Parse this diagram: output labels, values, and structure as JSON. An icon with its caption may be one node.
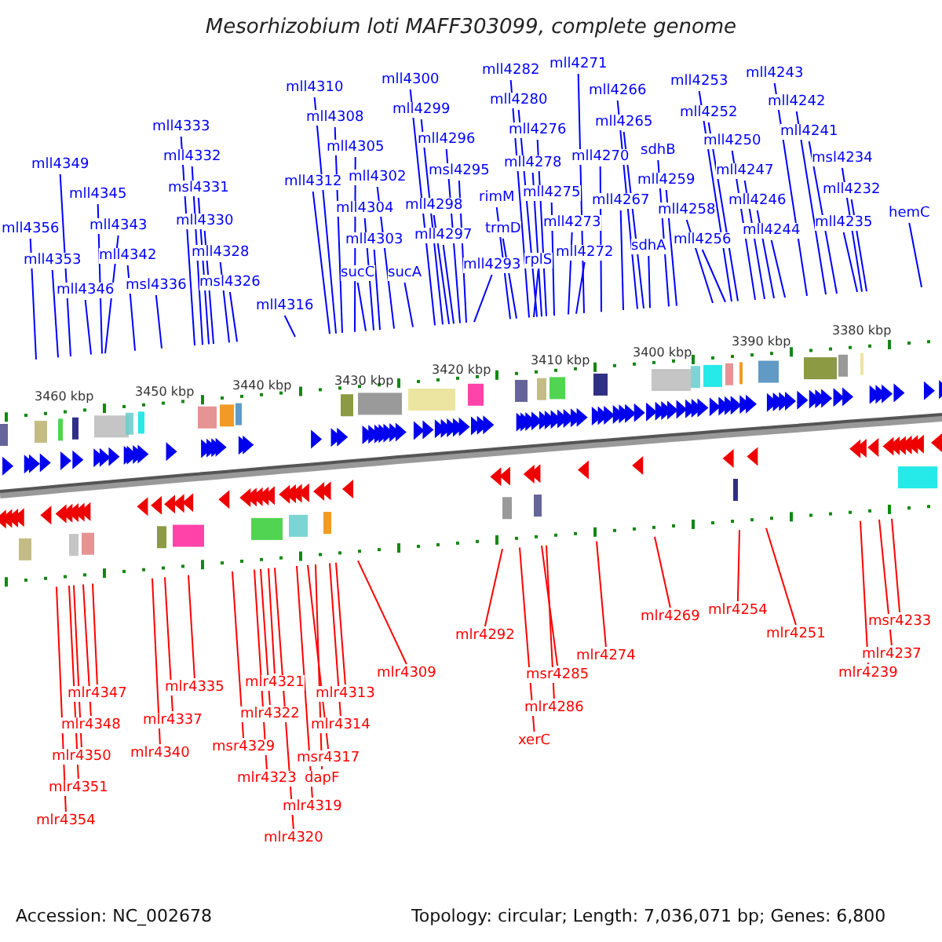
{
  "diagram": {
    "title": "Mesorhizobium loti MAFF303099, complete genome",
    "nodes": [
      {
        "text": [
          "mll4356"
        ]
      },
      {
        "text": [
          "mll4353"
        ]
      },
      {
        "text": [
          "mll4349"
        ]
      },
      {
        "text": [
          "mll4346"
        ]
      },
      {
        "text": [
          "mll4345"
        ]
      },
      {
        "text": [
          "mll4343"
        ]
      },
      {
        "text": [
          "mll4342"
        ]
      },
      {
        "text": [
          "msl4336"
        ]
      },
      {
        "text": [
          "mll4333"
        ]
      },
      {
        "text": [
          "mll4332"
        ]
      },
      {
        "text": [
          "msl4331"
        ]
      },
      {
        "text": [
          "mll4330"
        ]
      },
      {
        "text": [
          "mll4328"
        ]
      },
      {
        "text": [
          "msl4326"
        ]
      },
      {
        "text": [
          "mll4316"
        ]
      },
      {
        "text": [
          "mll4312"
        ]
      },
      {
        "text": [
          "mll4310"
        ]
      },
      {
        "text": [
          "mll4308"
        ]
      },
      {
        "text": [
          "mll4305"
        ]
      },
      {
        "text": [
          "sucC"
        ]
      },
      {
        "text": [
          "mll4304"
        ]
      },
      {
        "text": [
          "mll4303"
        ]
      },
      {
        "text": [
          "mll4302"
        ]
      },
      {
        "text": [
          "sucA"
        ]
      },
      {
        "text": [
          "mll4300"
        ]
      },
      {
        "text": [
          "mll4299"
        ]
      },
      {
        "text": [
          "mll4298"
        ]
      },
      {
        "text": [
          "mll4297"
        ]
      },
      {
        "text": [
          "mll4296"
        ]
      },
      {
        "text": [
          "msl4295"
        ]
      },
      {
        "text": [
          "mll4293"
        ]
      },
      {
        "text": [
          "rimM"
        ]
      },
      {
        "text": [
          "trmD"
        ]
      },
      {
        "text": [
          "rplS"
        ]
      },
      {
        "text": [
          "mll4282"
        ]
      },
      {
        "text": [
          "mll4280"
        ]
      },
      {
        "text": [
          "mll4278"
        ]
      },
      {
        "text": [
          "mll4276"
        ]
      },
      {
        "text": [
          "mll4275"
        ]
      },
      {
        "text": [
          "mll4273"
        ]
      },
      {
        "text": [
          "mll4272"
        ]
      },
      {
        "text": [
          "mll4271"
        ]
      },
      {
        "text": [
          "mll4270"
        ]
      },
      {
        "text": [
          "mll4267"
        ]
      },
      {
        "text": [
          "mll4266"
        ]
      },
      {
        "text": [
          "mll4265"
        ]
      },
      {
        "text": [
          "sdhA"
        ]
      },
      {
        "text": [
          "sdhB"
        ]
      },
      {
        "text": [
          "mll4259"
        ]
      },
      {
        "text": [
          "mll4258"
        ]
      },
      {
        "text": [
          "mll4256"
        ]
      },
      {
        "text": [
          "mll4253"
        ]
      },
      {
        "text": [
          "mll4252"
        ]
      },
      {
        "text": [
          "mll4250"
        ]
      },
      {
        "text": [
          "mll4247"
        ]
      },
      {
        "text": [
          "mll4246"
        ]
      },
      {
        "text": [
          "mll4244"
        ]
      },
      {
        "text": [
          "mll4243"
        ]
      },
      {
        "text": [
          "mll4242"
        ]
      },
      {
        "text": [
          "mll4241"
        ]
      },
      {
        "text": [
          "mll4235"
        ]
      },
      {
        "text": [
          "msl4234"
        ]
      },
      {
        "text": [
          "mll4232"
        ]
      },
      {
        "text": [
          "hemC"
        ]
      },
      {
        "text": [
          "mlr4354"
        ]
      },
      {
        "text": [
          "mlr4351"
        ]
      },
      {
        "text": [
          "mlr4350"
        ]
      },
      {
        "text": [
          "mlr4348"
        ]
      },
      {
        "text": [
          "mlr4347"
        ]
      },
      {
        "text": [
          "mlr4340"
        ]
      },
      {
        "text": [
          "mlr4337"
        ]
      },
      {
        "text": [
          "mlr4335"
        ]
      },
      {
        "text": [
          "msr4329"
        ]
      },
      {
        "text": [
          "mlr4323"
        ]
      },
      {
        "text": [
          "mlr4322"
        ]
      },
      {
        "text": [
          "mlr4321"
        ]
      },
      {
        "text": [
          "mlr4320"
        ]
      },
      {
        "text": [
          "mlr4319"
        ]
      },
      {
        "text": [
          "msr4317"
        ]
      },
      {
        "text": [
          "dapF"
        ]
      },
      {
        "text": [
          "mlr4314"
        ]
      },
      {
        "text": [
          "mlr4313"
        ]
      },
      {
        "text": [
          "mlr4309"
        ]
      },
      {
        "text": [
          "mlr4292"
        ]
      },
      {
        "text": [
          "xerC"
        ]
      },
      {
        "text": [
          "msr4285"
        ]
      },
      {
        "text": [
          "mlr4286"
        ]
      },
      {
        "text": [
          "mlr4274"
        ]
      },
      {
        "text": [
          "mlr4269"
        ]
      },
      {
        "text": [
          "mlr4254"
        ]
      },
      {
        "text": [
          "mlr4251"
        ]
      },
      {
        "text": [
          "mlr4239"
        ]
      },
      {
        "text": [
          "mlr4237"
        ]
      },
      {
        "text": [
          "msr4233"
        ]
      }
    ],
    "edges": [
      {
        "from": 0,
        "to": null,
        "arrow": "none"
      },
      {
        "from": 1,
        "to": null,
        "arrow": "none"
      },
      {
        "from": 2,
        "to": null,
        "arrow": "none"
      },
      {
        "from": 3,
        "to": null,
        "arrow": "none"
      },
      {
        "from": 4,
        "to": null,
        "arrow": "none"
      },
      {
        "from": 5,
        "to": null,
        "arrow": "none"
      },
      {
        "from": 6,
        "to": null,
        "arrow": "none"
      },
      {
        "from": 7,
        "to": null,
        "arrow": "none"
      },
      {
        "from": 8,
        "to": null,
        "arrow": "none"
      },
      {
        "from": 9,
        "to": null,
        "arrow": "none"
      },
      {
        "from": 10,
        "to": null,
        "arrow": "none"
      },
      {
        "from": 11,
        "to": null,
        "arrow": "none"
      },
      {
        "from": 12,
        "to": null,
        "arrow": "none"
      },
      {
        "from": 13,
        "to": null,
        "arrow": "none"
      },
      {
        "from": 14,
        "to": null,
        "arrow": "none"
      },
      {
        "from": 15,
        "to": null,
        "arrow": "none"
      },
      {
        "from": 16,
        "to": null,
        "arrow": "none"
      },
      {
        "from": 17,
        "to": null,
        "arrow": "none"
      },
      {
        "from": 18,
        "to": null,
        "arrow": "none"
      },
      {
        "from": 19,
        "to": null,
        "arrow": "none"
      },
      {
        "from": 20,
        "to": null,
        "arrow": "none"
      },
      {
        "from": 21,
        "to": null,
        "arrow": "none"
      },
      {
        "from": 22,
        "to": null,
        "arrow": "none"
      },
      {
        "from": 23,
        "to": null,
        "arrow": "none"
      },
      {
        "from": 24,
        "to": null,
        "arrow": "none"
      },
      {
        "from": 25,
        "to": null,
        "arrow": "none"
      },
      {
        "from": 26,
        "to": null,
        "arrow": "none"
      },
      {
        "from": 27,
        "to": null,
        "arrow": "none"
      },
      {
        "from": 28,
        "to": null,
        "arrow": "none"
      },
      {
        "from": 29,
        "to": null,
        "arrow": "none"
      },
      {
        "from": 30,
        "to": null,
        "arrow": "none"
      },
      {
        "from": 31,
        "to": null,
        "arrow": "none"
      },
      {
        "from": 32,
        "to": null,
        "arrow": "none"
      },
      {
        "from": 33,
        "to": null,
        "arrow": "none"
      },
      {
        "from": 34,
        "to": null,
        "arrow": "none"
      },
      {
        "from": 35,
        "to": null,
        "arrow": "none"
      },
      {
        "from": 36,
        "to": null,
        "arrow": "none"
      },
      {
        "from": 37,
        "to": null,
        "arrow": "none"
      },
      {
        "from": 38,
        "to": null,
        "arrow": "none"
      },
      {
        "from": 39,
        "to": null,
        "arrow": "none"
      },
      {
        "from": 40,
        "to": null,
        "arrow": "none"
      },
      {
        "from": 41,
        "to": null,
        "arrow": "none"
      },
      {
        "from": 42,
        "to": null,
        "arrow": "none"
      },
      {
        "from": 43,
        "to": null,
        "arrow": "none"
      },
      {
        "from": 44,
        "to": null,
        "arrow": "none"
      },
      {
        "from": 45,
        "to": null,
        "arrow": "none"
      },
      {
        "from": 46,
        "to": null,
        "arrow": "none"
      },
      {
        "from": 47,
        "to": null,
        "arrow": "none"
      },
      {
        "from": 48,
        "to": null,
        "arrow": "none"
      },
      {
        "from": 49,
        "to": null,
        "arrow": "none"
      },
      {
        "from": 50,
        "to": null,
        "arrow": "none"
      },
      {
        "from": 51,
        "to": null,
        "arrow": "none"
      },
      {
        "from": 52,
        "to": null,
        "arrow": "none"
      },
      {
        "from": 53,
        "to": null,
        "arrow": "none"
      },
      {
        "from": 54,
        "to": null,
        "arrow": "none"
      },
      {
        "from": 55,
        "to": null,
        "arrow": "none"
      },
      {
        "from": 56,
        "to": null,
        "arrow": "none"
      },
      {
        "from": 57,
        "to": null,
        "arrow": "none"
      },
      {
        "from": 58,
        "to": null,
        "arrow": "none"
      },
      {
        "from": 59,
        "to": null,
        "arrow": "none"
      },
      {
        "from": 60,
        "to": null,
        "arrow": "none"
      },
      {
        "from": 61,
        "to": null,
        "arrow": "none"
      },
      {
        "from": 62,
        "to": null,
        "arrow": "none"
      },
      {
        "from": 63,
        "to": null,
        "arrow": "none"
      },
      {
        "from": 64,
        "to": null,
        "arrow": "none",
        "color": "#ff0000"
      },
      {
        "from": 65,
        "to": null,
        "arrow": "none",
        "color": "#ff0000"
      },
      {
        "from": 66,
        "to": null,
        "arrow": "none",
        "color": "#ff0000"
      },
      {
        "from": 67,
        "to": null,
        "arrow": "none",
        "color": "#ff0000"
      },
      {
        "from": 68,
        "to": null,
        "arrow": "none",
        "color": "#ff0000"
      },
      {
        "from": 69,
        "to": null,
        "arrow": "none",
        "color": "#ff0000"
      },
      {
        "from": 70,
        "to": null,
        "arrow": "none",
        "color": "#ff0000"
      },
      {
        "from": 71,
        "to": null,
        "arrow": "none",
        "color": "#ff0000"
      },
      {
        "from": 72,
        "to": null,
        "arrow": "none",
        "color": "#ff0000"
      },
      {
        "from": 73,
        "to": null,
        "arrow": "none",
        "color": "#ff0000"
      },
      {
        "from": 74,
        "to": null,
        "arrow": "none",
        "color": "#ff0000"
      },
      {
        "from": 75,
        "to": null,
        "arrow": "none",
        "color": "#ff0000"
      },
      {
        "from": 76,
        "to": null,
        "arrow": "none",
        "color": "#ff0000"
      },
      {
        "from": 77,
        "to": null,
        "arrow": "none",
        "color": "#ff0000"
      },
      {
        "from": 78,
        "to": null,
        "arrow": "none",
        "color": "#ff0000"
      },
      {
        "from": 79,
        "to": null,
        "arrow": "none",
        "color": "#ff0000"
      },
      {
        "from": 80,
        "to": null,
        "arrow": "none",
        "color": "#ff0000"
      },
      {
        "from": 81,
        "to": null,
        "arrow": "none",
        "color": "#ff0000"
      },
      {
        "from": 82,
        "to": null,
        "arrow": "none",
        "color": "#ff0000"
      },
      {
        "from": 83,
        "to": null,
        "arrow": "none",
        "color": "#ff0000"
      },
      {
        "from": 84,
        "to": null,
        "arrow": "none",
        "color": "#ff0000"
      },
      {
        "from": 85,
        "to": null,
        "arrow": "none",
        "color": "#ff0000"
      },
      {
        "from": 86,
        "to": null,
        "arrow": "none",
        "color": "#ff0000"
      },
      {
        "from": 87,
        "to": null,
        "arrow": "none",
        "color": "#ff0000"
      },
      {
        "from": 88,
        "to": null,
        "arrow": "none",
        "color": "#ff0000"
      },
      {
        "from": 89,
        "to": null,
        "arrow": "none",
        "color": "#ff0000"
      },
      {
        "from": 90,
        "to": null,
        "arrow": "none",
        "color": "#ff0000"
      },
      {
        "from": 91,
        "to": null,
        "arrow": "none",
        "color": "#ff0000"
      },
      {
        "from": 92,
        "to": null,
        "arrow": "none",
        "color": "#ff0000"
      },
      {
        "from": 93,
        "to": null,
        "arrow": "none",
        "color": "#ff0000"
      }
    ],
    "labels": [
      "3460 kbp",
      "3450 kbp",
      "3440 kbp",
      "3430 kbp",
      "3420 kbp",
      "3410 kbp",
      "3400 kbp",
      "3390 kbp",
      "3380 kbp",
      "Accession: NC_002678",
      "Topology: circular; Length: 7,036,071 bp; Genes: 6,800"
    ]
  }
}
